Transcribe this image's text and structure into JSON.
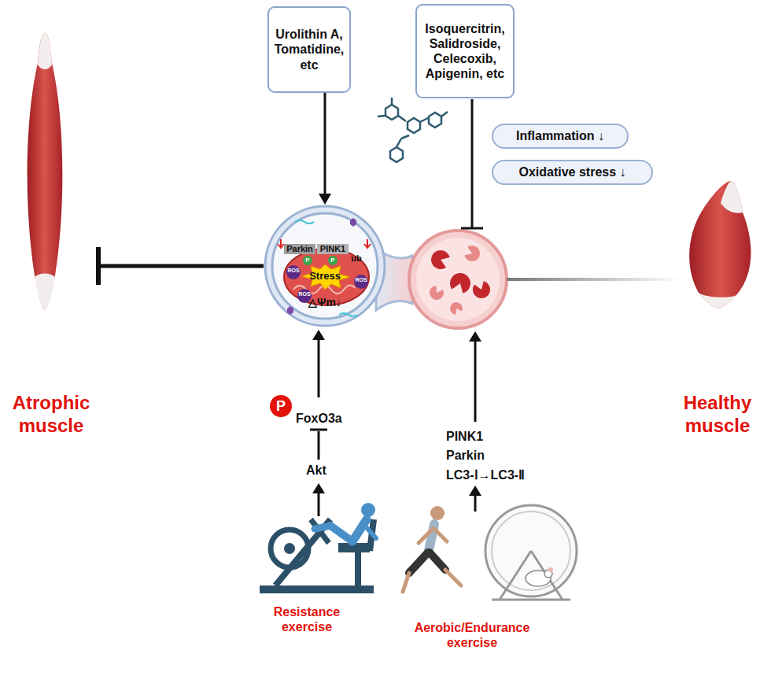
{
  "diagram": {
    "nodes": [
      {
        "text": [
          "Urolithin A, Tomatidine, etc"
        ]
      },
      {
        "text": [
          "Isoquercitrin, Salidroside, Celecoxib, Apigenin, etc"
        ]
      },
      {
        "text": [
          "Inflammation ↓"
        ]
      },
      {
        "text": [
          "Oxidative stress ↓"
        ]
      },
      {
        "text": [
          "Parkin",
          "PINK1",
          "ub",
          "Stress",
          "△Ψm↓"
        ]
      },
      {
        "text": [
          "Atrophic muscle"
        ]
      },
      {
        "text": [
          "Healthy muscle"
        ]
      }
    ],
    "edges": [
      {
        "from": 0,
        "to": 4,
        "arrow": "to"
      },
      {
        "from": 4,
        "to": 5,
        "arrow": "to"
      }
    ],
    "labels": [
      "P",
      "P",
      "ROS",
      "ROS",
      "ROS",
      "P",
      "FoxO3a",
      "Akt",
      "PINK1",
      "Parkin",
      "LC3-Ⅰ→LC3-Ⅱ",
      "Resistance exercise",
      "Aerobic/Endurance exercise"
    ]
  }
}
